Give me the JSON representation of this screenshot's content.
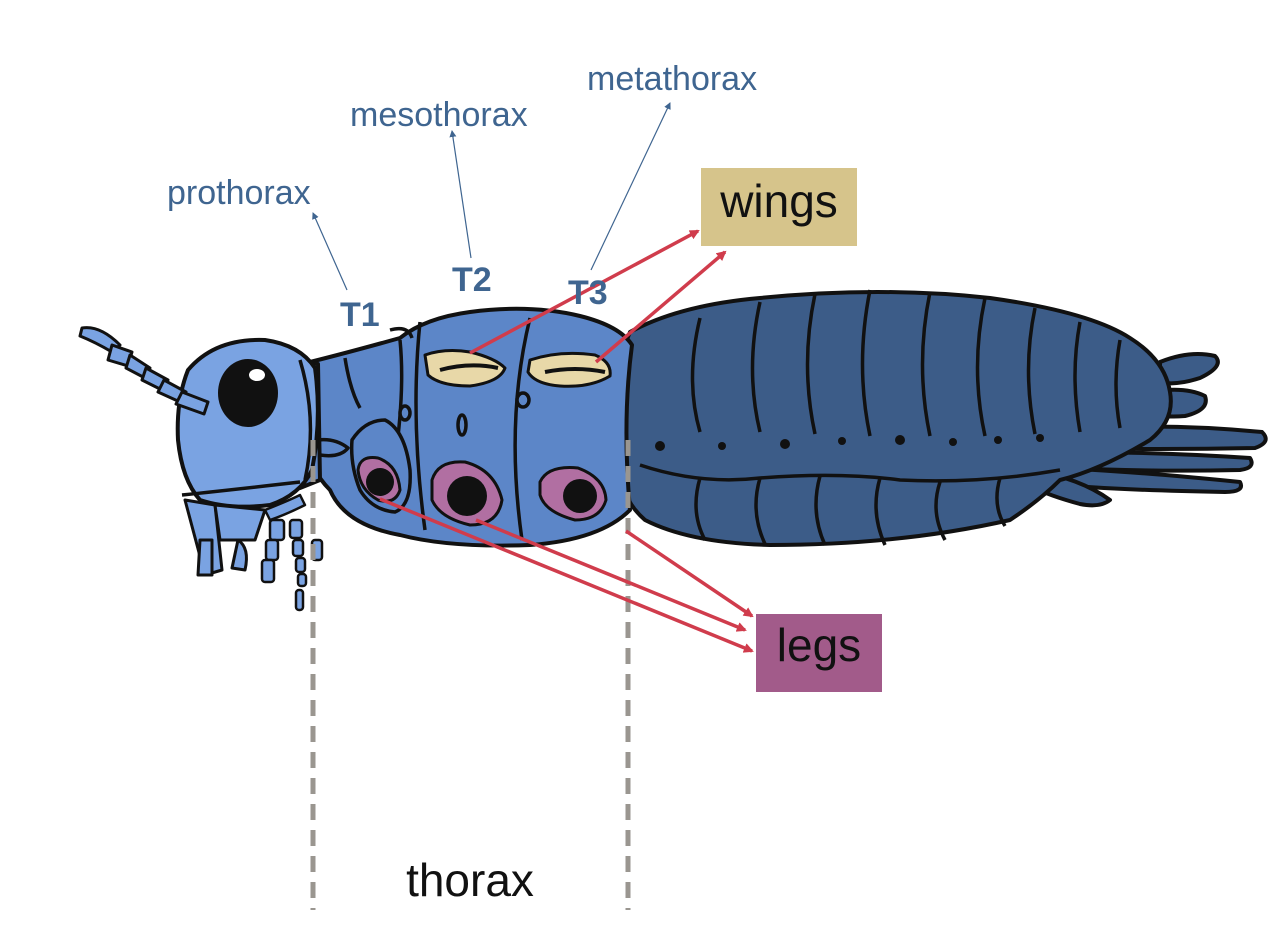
{
  "labels": {
    "prothorax": "prothorax",
    "mesothorax": "mesothorax",
    "metathorax": "metathorax",
    "t1": "T1",
    "t2": "T2",
    "t3": "T3",
    "wings": "wings",
    "legs": "legs",
    "thorax": "thorax"
  },
  "colors": {
    "segment_label": "#3f6590",
    "head_blue": "#7aa3e2",
    "thorax_blue": "#5c86c8",
    "abdomen_blue": "#3c5c88",
    "wing_box": "#d6c48b",
    "leg_box": "#a25b8a",
    "arrow_red": "#d03c4c",
    "wing_bud": "#e8d8a8",
    "leg_bud": "#b16fa2",
    "dashed_line": "#9a9690"
  }
}
